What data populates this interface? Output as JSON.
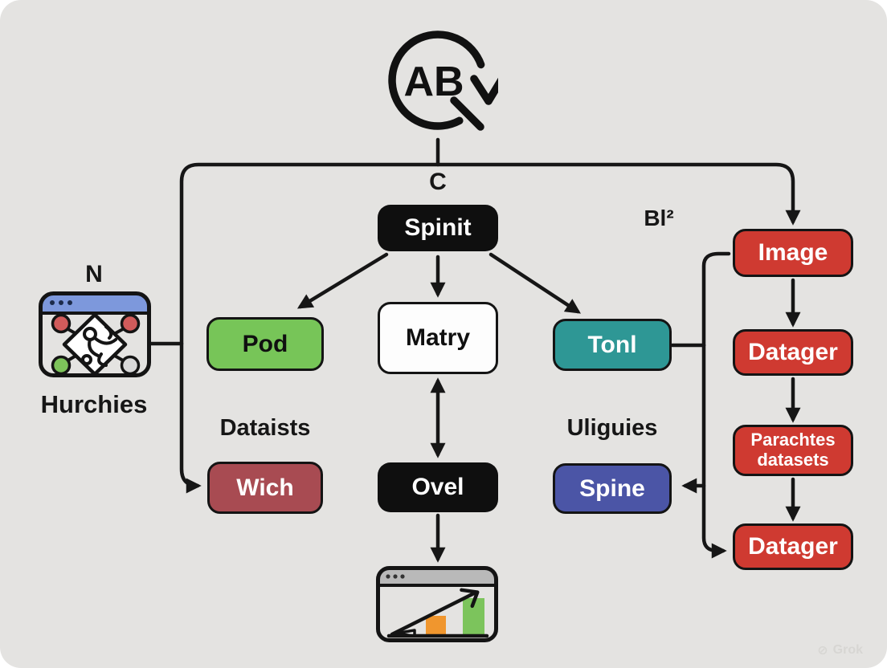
{
  "frame": {
    "background": "#e4e3e1",
    "page_background": "#ffffff"
  },
  "logo": {
    "text": "AB",
    "icon": "cycle-arrow-circle-icon"
  },
  "annotations": {
    "c_label": "C",
    "bl2_label": "Bl²",
    "n_label": "N",
    "hurchies_label": "Hurchies",
    "dataists_label": "Dataists",
    "uliguies_label": "Uliguies"
  },
  "nodes": {
    "spinit": {
      "label": "Spinit",
      "bg": "#0f0f0f",
      "fg": "#ffffff"
    },
    "pod": {
      "label": "Pod",
      "bg": "#77c558",
      "fg": "#101010"
    },
    "matry": {
      "label": "Matry",
      "bg": "#fdfdfd",
      "fg": "#101010"
    },
    "tonl": {
      "label": "Tonl",
      "bg": "#2e9795",
      "fg": "#ffffff"
    },
    "wich": {
      "label": "Wich",
      "bg": "#a84b52",
      "fg": "#ffffff"
    },
    "ovel": {
      "label": "Ovel",
      "bg": "#0f0f0f",
      "fg": "#ffffff"
    },
    "spine": {
      "label": "Spine",
      "bg": "#4b55a6",
      "fg": "#ffffff"
    },
    "image": {
      "label": "Image",
      "bg": "#cf3a31",
      "fg": "#ffffff"
    },
    "datager_top": {
      "label": "Datager",
      "bg": "#cf3a31",
      "fg": "#ffffff"
    },
    "parachtes": {
      "line1": "Parachtes",
      "line2": "datasets",
      "bg": "#cf3a31",
      "fg": "#ffffff"
    },
    "datager_bottom": {
      "label": "Datager",
      "bg": "#cf3a31",
      "fg": "#ffffff"
    }
  },
  "icons": {
    "hurchies_window": "diagram-window-icon",
    "chart_window": "growth-chart-window-icon"
  },
  "palette": {
    "line": "#161616",
    "window_header_blue": "#7d98dc",
    "window_header_gray": "#b9b9b9",
    "dot_red": "#d15b5b",
    "dot_green": "#7dc35a",
    "dot_gray": "#d8d8d8",
    "bar_orange": "#f0962e",
    "bar_green": "#7cc45c"
  },
  "watermark": {
    "text": "Grok",
    "icon": "grok-logo-icon"
  }
}
